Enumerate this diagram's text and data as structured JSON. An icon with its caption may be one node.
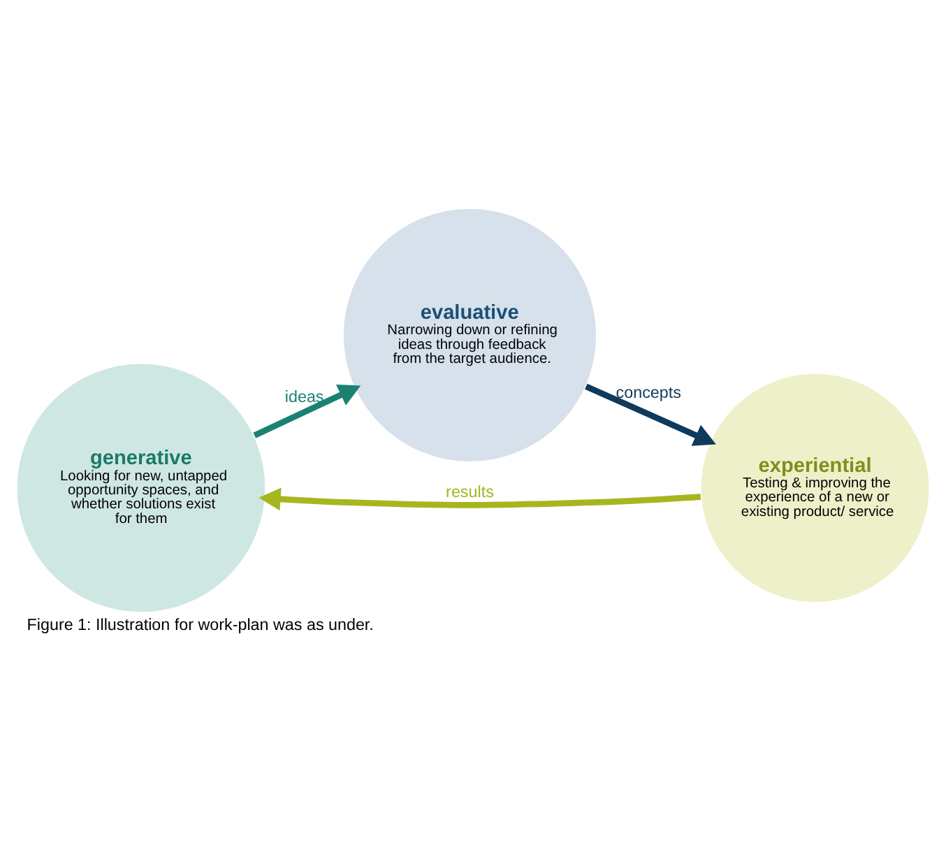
{
  "diagram": {
    "caption": "Figure 1: Illustration for work-plan was as under.",
    "nodes": [
      {
        "text": [
          "generative",
          "Looking for new, untapped opportunity spaces, and whether solutions exist for them"
        ]
      },
      {
        "text": [
          "evaluative",
          "Narrowing down or refining ideas through feedback from the target audience."
        ]
      },
      {
        "text": [
          "experiential",
          "Testing & improving the experience of a new or existing product/ service"
        ]
      }
    ],
    "edges": [
      {
        "from": 0,
        "to": 1,
        "arrow": "to",
        "label": "ideas",
        "color": "#1b8273"
      },
      {
        "from": 1,
        "to": 2,
        "arrow": "to",
        "label": "concepts",
        "color": "#0f3a5c"
      },
      {
        "from": 2,
        "to": 0,
        "arrow": "to",
        "label": "results",
        "color": "#a6b61f"
      }
    ]
  }
}
